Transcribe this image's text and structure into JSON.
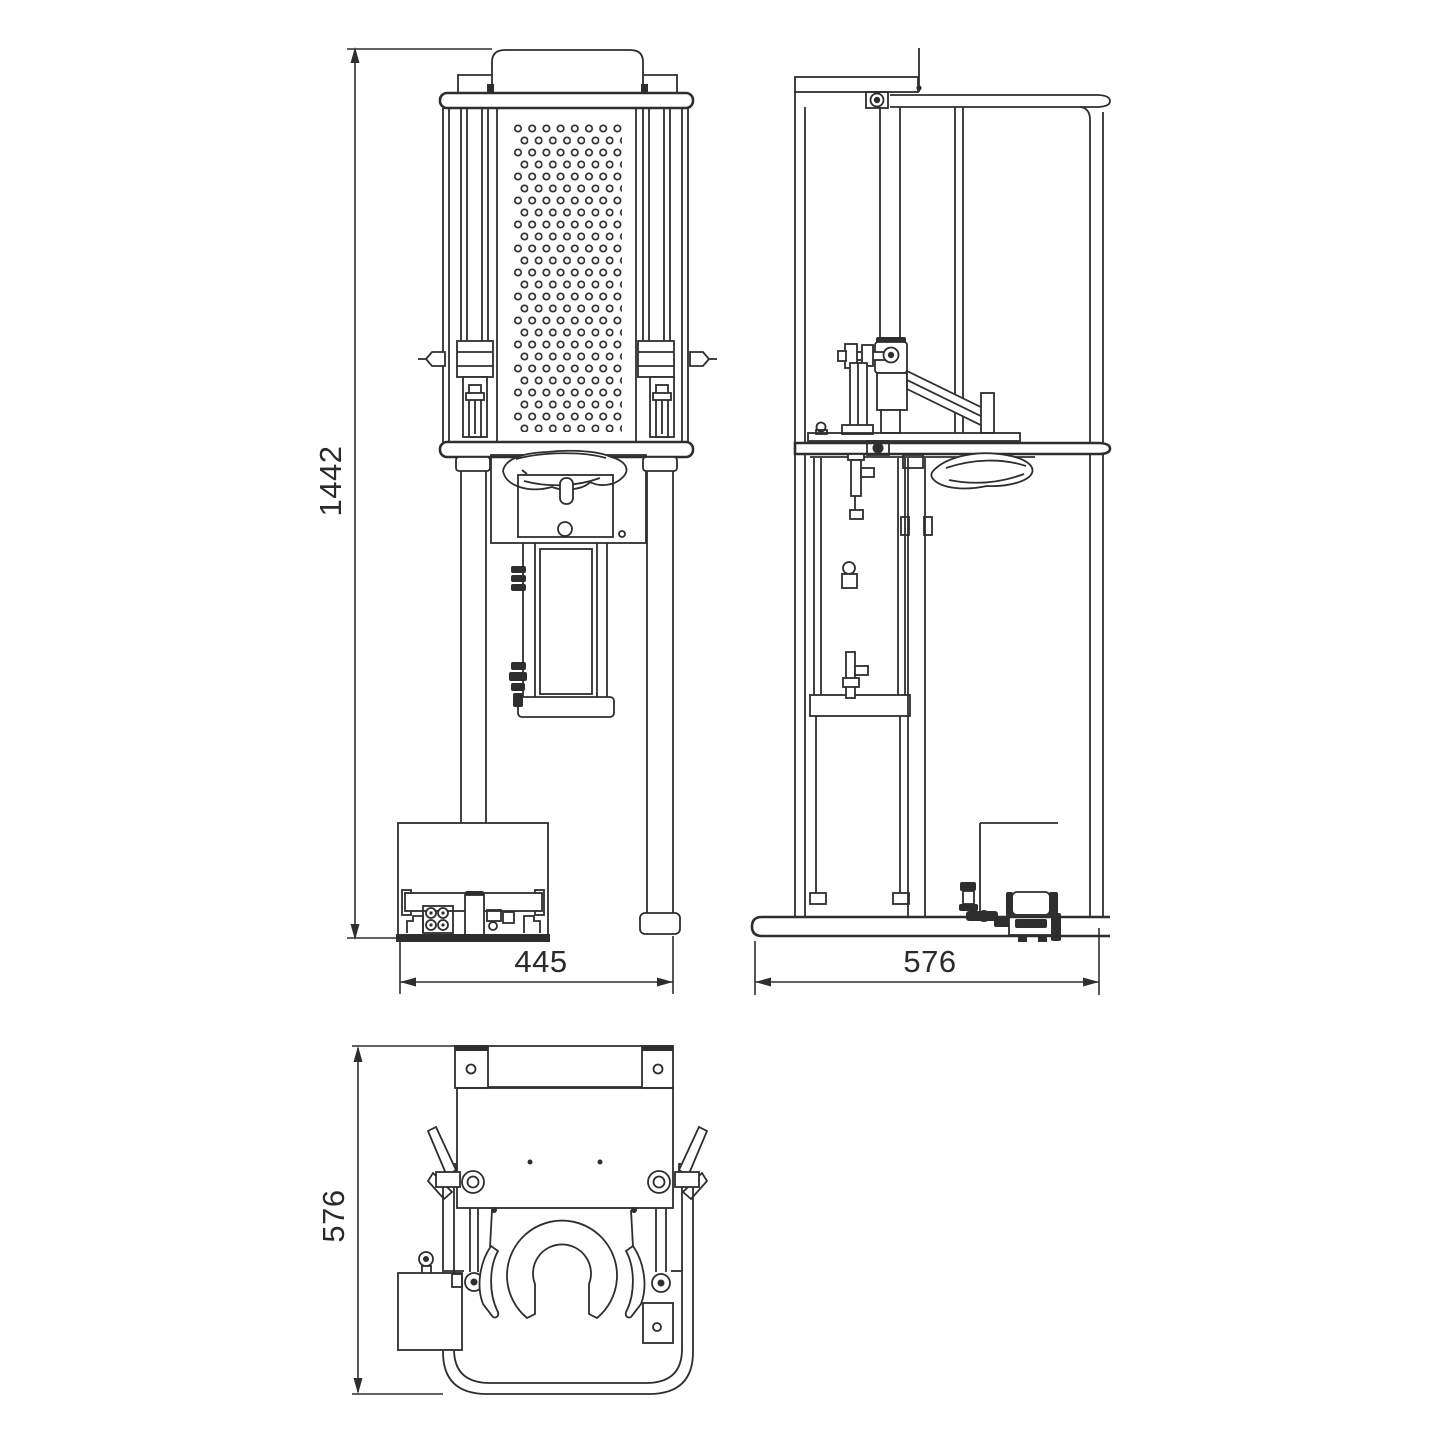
{
  "page": {
    "background_color": "#ffffff"
  },
  "drawing": {
    "line_color": "#2e2e2e",
    "dimension_text_color": "#2a2a2a",
    "views": {
      "front": {
        "height_label": "1442",
        "width_label": "445"
      },
      "side": {
        "depth_label": "576"
      },
      "top": {
        "depth_label": "576"
      }
    }
  }
}
